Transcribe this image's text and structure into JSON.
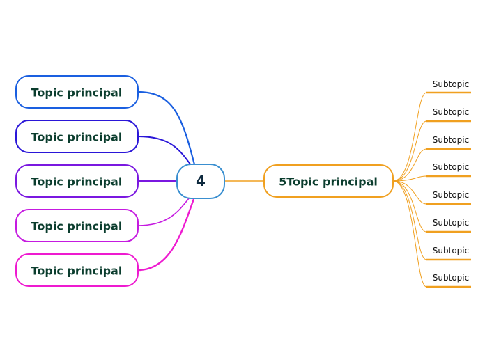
{
  "central": {
    "label": "4",
    "color": "#3a8fd0",
    "text_color": "#0e2a3e"
  },
  "left_topics": [
    {
      "label": "Topic principal",
      "color": "#1a5fe0"
    },
    {
      "label": "Topic principal",
      "color": "#2a16d8"
    },
    {
      "label": "Topic principal",
      "color": "#7a18e0"
    },
    {
      "label": "Topic principal",
      "color": "#c51ae0"
    },
    {
      "label": "Topic principal",
      "color": "#ee1ad0"
    }
  ],
  "right_topic": {
    "label": "5Topic principal",
    "color": "#f0a020"
  },
  "subtopics": [
    {
      "label": "Subtopic"
    },
    {
      "label": "Subtopic"
    },
    {
      "label": "Subtopic"
    },
    {
      "label": "Subtopic"
    },
    {
      "label": "Subtopic"
    },
    {
      "label": "Subtopic"
    },
    {
      "label": "Subtopic"
    },
    {
      "label": "Subtopic"
    }
  ],
  "topic_text_color": "#0b3d2e",
  "subtopic_line_color": "#f0a020"
}
